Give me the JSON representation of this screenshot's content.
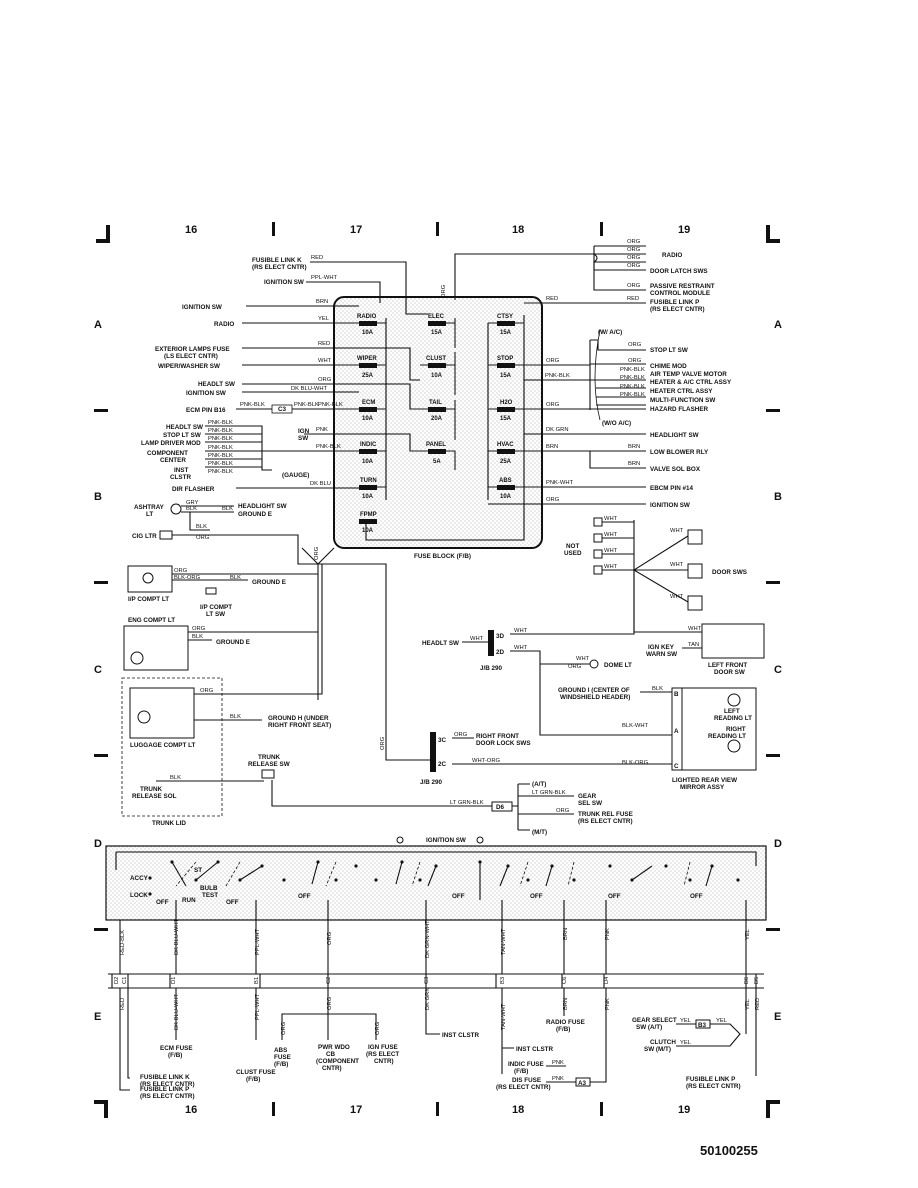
{
  "document_id": "50100255",
  "grid": {
    "columns": [
      "16",
      "17",
      "18",
      "19"
    ],
    "rows": [
      "A",
      "B",
      "C",
      "D",
      "E"
    ]
  },
  "fuse_block": {
    "title": "FUSE BLOCK (F/B)",
    "fuses": [
      {
        "name": "RADIO",
        "rating": "10A"
      },
      {
        "name": "WIPER",
        "rating": "25A"
      },
      {
        "name": "ECM",
        "rating": "10A"
      },
      {
        "name": "INDIC",
        "rating": "10A"
      },
      {
        "name": "TURN",
        "rating": "10A"
      },
      {
        "name": "FPMP",
        "rating": "10A"
      },
      {
        "name": "ELEC",
        "rating": "15A"
      },
      {
        "name": "CLUST",
        "rating": "10A"
      },
      {
        "name": "TAIL",
        "rating": "20A"
      },
      {
        "name": "PANEL",
        "rating": "5A"
      },
      {
        "name": "CTSY",
        "rating": "15A"
      },
      {
        "name": "STOP",
        "rating": "15A"
      },
      {
        "name": "H2O",
        "rating": "15A"
      },
      {
        "name": "HVAC",
        "rating": "25A"
      },
      {
        "name": "ABS",
        "rating": "10A"
      }
    ]
  },
  "left_labels": [
    {
      "text": "FUSIBLE LINK K",
      "sub": "(RS ELECT CNTR)",
      "wire": "RED"
    },
    {
      "text": "IGNITION SW",
      "wire": "PPL-WHT"
    },
    {
      "text": "IGNITION SW",
      "wire": "BRN"
    },
    {
      "text": "RADIO",
      "wire": "YEL"
    },
    {
      "text": "EXTERIOR LAMPS FUSE",
      "sub": "(LS ELECT CNTR)",
      "wire": "RED"
    },
    {
      "text": "WIPER/WASHER SW",
      "wire": "WHT"
    },
    {
      "text": "HEADLT SW",
      "wire": "ORG"
    },
    {
      "text": "IGNITION SW",
      "wire": "DK BLU-WHT"
    },
    {
      "text": "ECM PIN B16",
      "wire": "PNK-BLK"
    },
    {
      "text": "HEADLT SW",
      "wire": "PNK-BLK"
    },
    {
      "text": "STOP LT SW",
      "wire": "PNK-BLK"
    },
    {
      "text": "LAMP DRIVER MOD",
      "wire": "PNK-BLK"
    },
    {
      "text": "COMPONENT",
      "sub": "CENTER",
      "wire": "PNK-BLK"
    },
    {
      "text": "INST",
      "sub": "CLSTR",
      "wire": "PNK-BLK"
    },
    {
      "text": "DIR FLASHER",
      "wire": "DK BLU"
    },
    {
      "text": "IGN",
      "sub": "SW",
      "wire": "PNK"
    }
  ],
  "right_labels": [
    {
      "text": "RADIO"
    },
    {
      "text": "DOOR LATCH SWS"
    },
    {
      "text": "PASSIVE RESTRAINT",
      "sub": "CONTROL MODULE"
    },
    {
      "text": "FUSIBLE LINK P",
      "sub": "(RS ELECT CNTR)"
    },
    {
      "text": "STOP LT SW"
    },
    {
      "text": "CHIME MOD"
    },
    {
      "text": "AIR TEMP VALVE MOTOR"
    },
    {
      "text": "HEATER & A/C CTRL ASSY"
    },
    {
      "text": "HEATER CTRL ASSY"
    },
    {
      "text": "MULTI-FUNCTION SW"
    },
    {
      "text": "HAZARD FLASHER"
    },
    {
      "text": "HEADLIGHT SW"
    },
    {
      "text": "LOW BLOWER RLY"
    },
    {
      "text": "VALVE SOL BOX"
    },
    {
      "text": "EBCM PIN #14"
    },
    {
      "text": "IGNITION SW"
    }
  ],
  "wire_codes": {
    "org": "ORG",
    "red": "RED",
    "brn": "BRN",
    "yel": "YEL",
    "wht": "WHT",
    "pnk": "PNK",
    "pnk_blk": "PNK-BLK",
    "dk_grn": "DK GRN",
    "pnk_wht": "PNK-WHT",
    "blk": "BLK",
    "gry": "GRY",
    "blk_org": "BLK-ORG",
    "blk_wht": "BLK-WHT",
    "wht_org": "WHT-ORG",
    "tan": "TAN",
    "lt_grn_blk": "LT GRN-BLK",
    "ppl_wht": "PPL-WHT",
    "dk_blu_wht": "DK BLU-WHT",
    "dk_grn_wht": "DK GRN-WHT",
    "tan_wht": "TAN-WHT",
    "dk_blu": "DK BLU"
  },
  "components": {
    "w_ac": "(W/ A/C)",
    "wo_ac": "(W/O A/C)",
    "gauge": "(GAUGE)",
    "ashtray_lt": "ASHTRAY",
    "ashtray_lt2": "LT",
    "headlight_sw": "HEADLIGHT SW",
    "ground_e": "GROUND E",
    "cig_ltr": "CIG LTR",
    "ip_compt_lt": "I/P COMPT LT",
    "ip_compt_lt_sw": "I/P COMPT",
    "ip_compt_lt_sw2": "LT SW",
    "eng_compt_lt": "ENG COMPT LT",
    "luggage_compt_lt": "LUGGAGE COMPT LT",
    "ground_h": "GROUND H (UNDER",
    "ground_h2": "RIGHT FRONT SEAT)",
    "trunk_release_sw": "TRUNK",
    "trunk_release_sw2": "RELEASE SW",
    "trunk_release_sol": "TRUNK",
    "trunk_release_sol2": "RELEASE SOL",
    "trunk_lid": "TRUNK LID",
    "not_used": "NOT",
    "not_used2": "USED",
    "door_sws": "DOOR SWS",
    "headlt_sw": "HEADLT SW",
    "jb_290": "J/B 290",
    "dome_lt": "DOME LT",
    "ign_key_warn_sw": "IGN KEY",
    "ign_key_warn_sw2": "WARN SW",
    "left_front_door_sw": "LEFT FRONT",
    "left_front_door_sw2": "DOOR SW",
    "ground_i": "GROUND I (CENTER OF",
    "ground_i2": "WINDSHIELD HEADER)",
    "left_reading_lt": "LEFT",
    "left_reading_lt2": "READING LT",
    "right_reading_lt": "RIGHT",
    "right_reading_lt2": "READING LT",
    "lighted_mirror": "LIGHTED REAR VIEW",
    "lighted_mirror2": "MIRROR ASSY",
    "rf_door_lock_sws": "RIGHT FRONT",
    "rf_door_lock_sws2": "DOOR LOCK SWS",
    "at": "(A/T)",
    "mt": "(M/T)",
    "gear_sel_sw": "GEAR",
    "gear_sel_sw2": "SEL SW",
    "trunk_rel_fuse": "TRUNK REL FUSE",
    "trunk_rel_fuse2": "(RS ELECT CNTR)"
  },
  "connectors": {
    "jb_3d": "3D",
    "jb_2d": "2D",
    "jb_3c": "3C",
    "jb_2c": "2C",
    "d6": "D6",
    "c3": "C3",
    "b3": "B3",
    "a3": "A3",
    "mirror_b": "B",
    "mirror_a": "A",
    "mirror_c": "C"
  },
  "ignition_switch": {
    "title": "IGNITION SW",
    "positions": [
      "ACCY",
      "LOCK",
      "ST",
      "RUN",
      "BULB",
      "TEST",
      "OFF"
    ],
    "off_label": "OFF"
  },
  "bottom_wires": [
    "RED-BLK",
    "DK BLU-WHT",
    "PPL-WHT",
    "ORG",
    "DK GRN-WHT",
    "TAN-WHT",
    "BRN",
    "PNK",
    "YEL"
  ],
  "bottom_pins": [
    "D2",
    "C1",
    "D1",
    "B1",
    "C2",
    "C3",
    "B3",
    "C6",
    "D4",
    "B6",
    "D5"
  ],
  "bottom_labels": {
    "ecm_fuse": "ECM FUSE",
    "ecm_fuse2": "(F/B)",
    "clust_fuse": "CLUST FUSE",
    "clust_fuse2": "(F/B)",
    "abs_fuse": "ABS",
    "abs_fuse2": "FUSE",
    "abs_fuse3": "(F/B)",
    "pwr_wdo_cb": "PWR WDO",
    "pwr_wdo_cb2": "CB",
    "pwr_wdo_cb3": "(COMPONENT",
    "pwr_wdo_cb4": "CNTR)",
    "ign_fuse": "IGN FUSE",
    "ign_fuse2": "(RS ELECT",
    "ign_fuse3": "CNTR)",
    "inst_clstr": "INST CLSTR",
    "radio_fuse": "RADIO FUSE",
    "radio_fuse2": "(F/B)",
    "indic_fuse": "INDIC FUSE",
    "indic_fuse2": "(F/B)",
    "dis_fuse": "DIS FUSE",
    "dis_fuse2": "(RS ELECT CNTR)",
    "gear_select": "GEAR SELECT",
    "gear_select2": "SW (A/T)",
    "clutch_sw": "CLUTCH",
    "clutch_sw2": "SW (M/T)",
    "fusible_k": "FUSIBLE LINK K",
    "fusible_k2": "(RS ELECT CNTR)",
    "fusible_p": "FUSIBLE LINK P",
    "fusible_p2": "(RS ELECT CNTR)"
  }
}
